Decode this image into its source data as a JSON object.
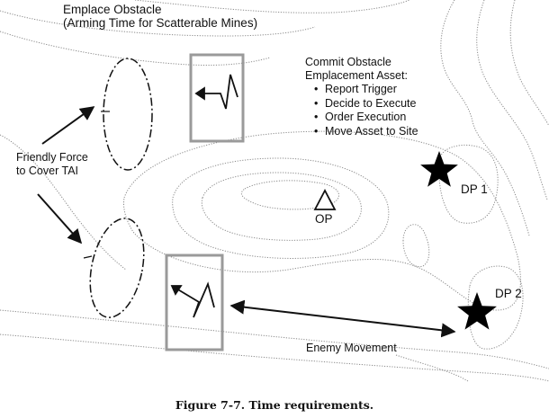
{
  "labels": {
    "emplace_line1": "Emplace Obstacle",
    "emplace_line2": "(Arming Time for Scatterable Mines)",
    "commit_line1": "Commit Obstacle",
    "commit_line2": "Emplacement Asset:",
    "commit_items": [
      "Report Trigger",
      "Decide to Execute",
      "Order Execution",
      "Move Asset to Site"
    ],
    "friendly_line1": "Friendly Force",
    "friendly_line2": "to Cover TAI",
    "op": "OP",
    "dp1": "DP 1",
    "dp2": "DP 2",
    "enemy_movement": "Enemy Movement"
  },
  "caption": "Figure 7-7. Time requirements.",
  "colors": {
    "ink": "#111111",
    "contour": "#8a8a8a",
    "box": "#9a9a9a"
  },
  "icons": [
    "obstacle-minefield-icon",
    "star-icon",
    "triangle-op-icon"
  ]
}
